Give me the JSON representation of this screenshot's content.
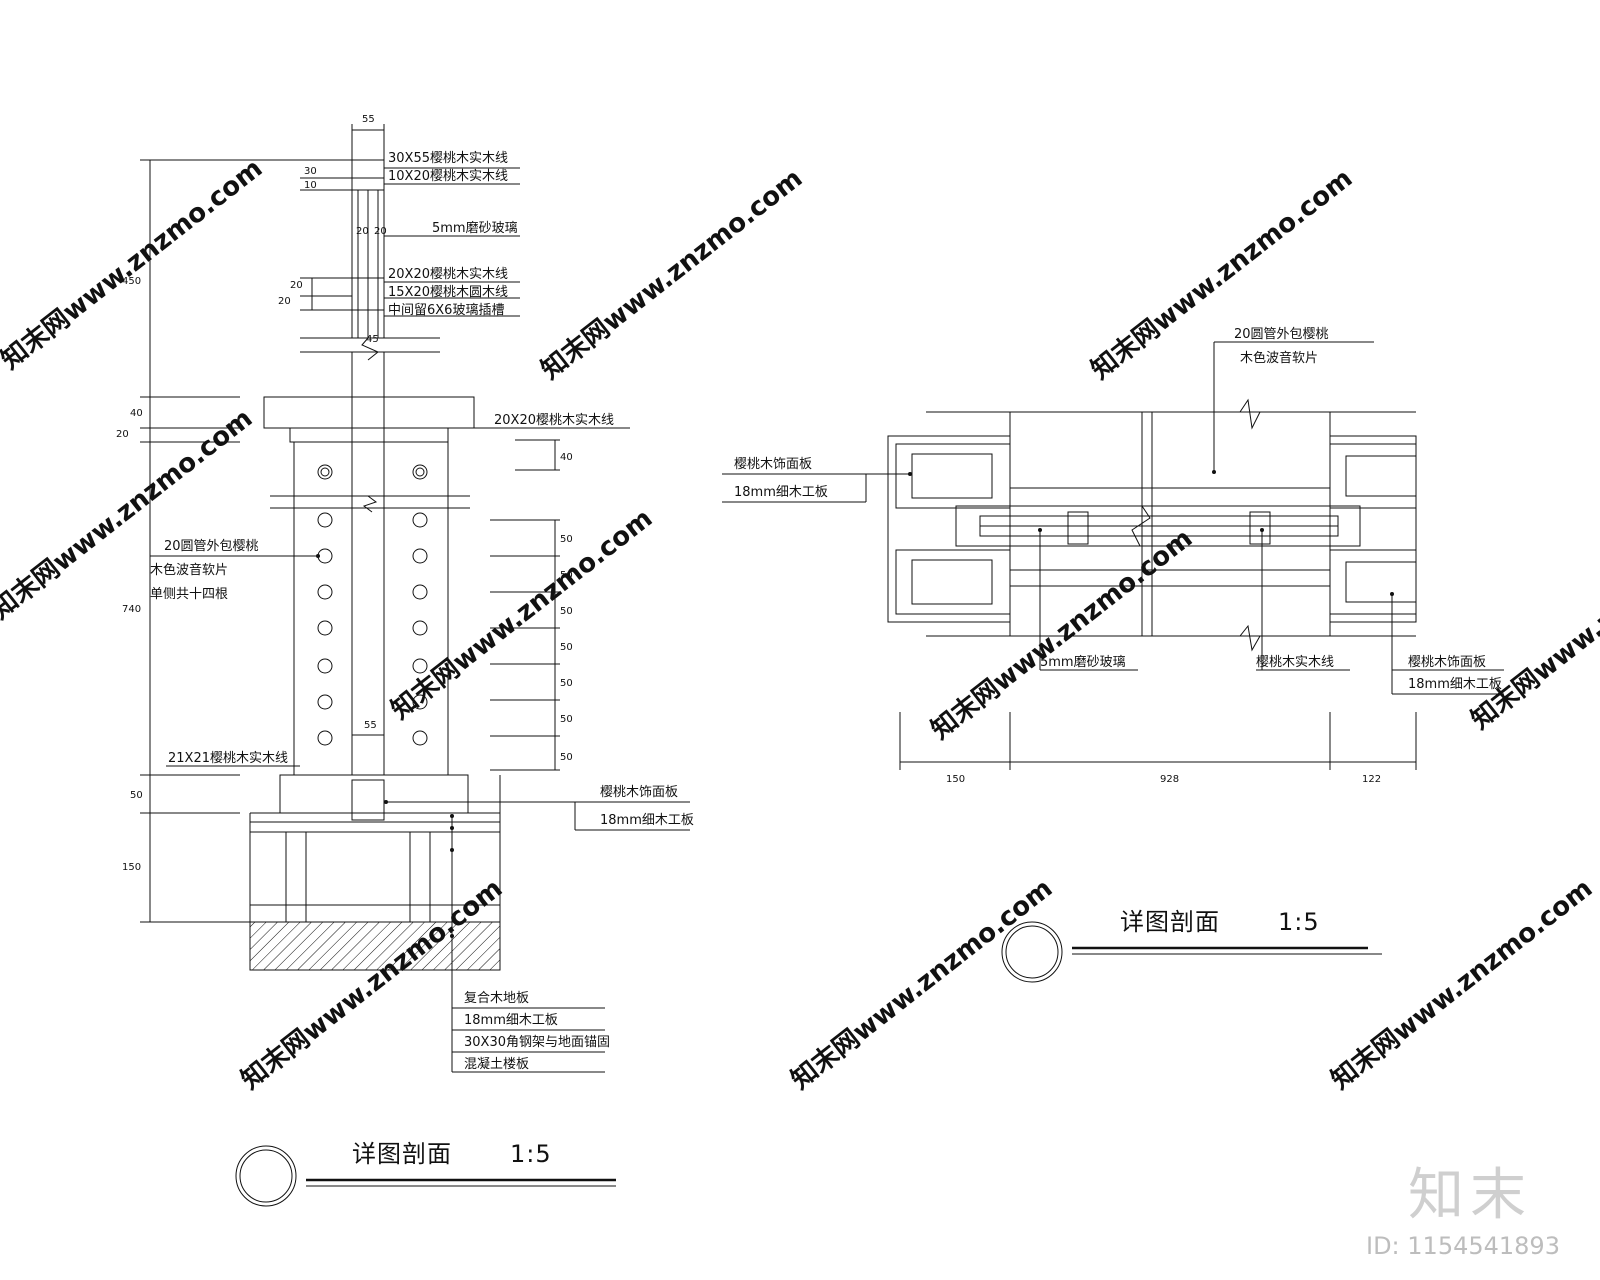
{
  "left": {
    "top_dim": "55",
    "vdims": [
      "30",
      "10",
      "450",
      "40",
      "20",
      "740",
      "50",
      "150"
    ],
    "small_dims": [
      "20",
      "20",
      "20",
      "20"
    ],
    "right_dims": [
      "40",
      "50",
      "50",
      "50",
      "50",
      "50",
      "50",
      "50"
    ],
    "inner_dim1": "45",
    "inner_dim2": "55",
    "labels": [
      "30X55樱桃木实木线",
      "10X20樱桃木实木线",
      "5mm磨砂玻璃",
      "20X20樱桃木实木线",
      "15X20樱桃木圆木线",
      "中间留6X6玻璃插槽",
      "20X20樱桃木实木线"
    ],
    "tube_label": [
      "20圆管外包樱桃",
      "木色波音软片",
      "单侧共十四根"
    ],
    "bottom_left_label": "21X21樱桃木实木线",
    "panel_labels": [
      "樱桃木饰面板",
      "18mm细木工板"
    ],
    "floor_labels": [
      "复合木地板",
      "18mm细木工板",
      "30X30角钢架与地面锚固",
      "混凝土楼板"
    ],
    "title": "详图剖面",
    "scale": "1:5"
  },
  "right": {
    "tube_label": [
      "20圆管外包樱桃",
      "木色波音软片"
    ],
    "left_labels": [
      "樱桃木饰面板",
      "18mm细木工板"
    ],
    "glass_label": "5mm磨砂玻璃",
    "line_label": "樱桃木实木线",
    "right_labels": [
      "樱桃木饰面板",
      "18mm细木工板"
    ],
    "dims": [
      "150",
      "928",
      "122"
    ],
    "title": "详图剖面",
    "scale": "1:5"
  },
  "watermark": "知末网www.znzmo.com",
  "logo": "知末",
  "image_id": "ID: 1154541893"
}
